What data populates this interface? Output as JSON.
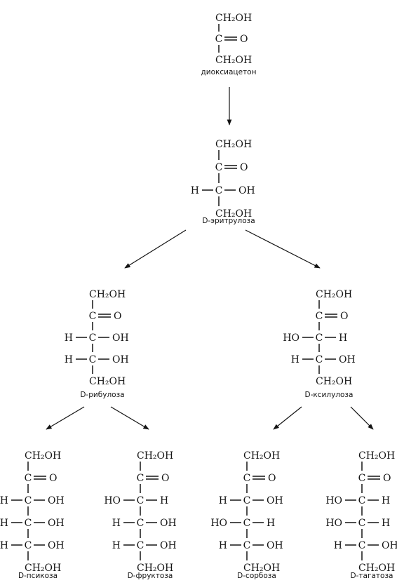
{
  "molecules": [
    {
      "id": "dihydroxyacetone",
      "name": "диоксиацетон",
      "rows": [
        {
          "center": "CH₂OH"
        },
        {
          "center": "C",
          "right": "O",
          "double": true
        },
        {
          "center": "CH₂OH"
        }
      ]
    },
    {
      "id": "d-erythrulose",
      "name": "D-эритрулоза",
      "rows": [
        {
          "center": "CH₂OH"
        },
        {
          "center": "C",
          "right": "O",
          "double": true
        },
        {
          "left": "H",
          "center": "C",
          "right": "OH"
        },
        {
          "center": "CH₂OH"
        }
      ]
    },
    {
      "id": "d-ribulose",
      "name": "D-рибулоза",
      "rows": [
        {
          "center": "CH₂OH"
        },
        {
          "center": "C",
          "right": "O",
          "double": true
        },
        {
          "left": "H",
          "center": "C",
          "right": "OH"
        },
        {
          "left": "H",
          "center": "C",
          "right": "OH"
        },
        {
          "center": "CH₂OH"
        }
      ]
    },
    {
      "id": "d-xylulose",
      "name": "D-ксилулоза",
      "rows": [
        {
          "center": "CH₂OH"
        },
        {
          "center": "C",
          "right": "O",
          "double": true
        },
        {
          "left": "HO",
          "center": "C",
          "right": "H"
        },
        {
          "left": "H",
          "center": "C",
          "right": "OH"
        },
        {
          "center": "CH₂OH"
        }
      ]
    },
    {
      "id": "d-psicose",
      "name": "D-псикоза",
      "rows": [
        {
          "center": "CH₂OH"
        },
        {
          "center": "C",
          "right": "O",
          "double": true
        },
        {
          "left": "H",
          "center": "C",
          "right": "OH"
        },
        {
          "left": "H",
          "center": "C",
          "right": "OH"
        },
        {
          "left": "H",
          "center": "C",
          "right": "OH"
        },
        {
          "center": "CH₂OH"
        }
      ]
    },
    {
      "id": "d-fructose",
      "name": "D-фруктоза",
      "rows": [
        {
          "center": "CH₂OH"
        },
        {
          "center": "C",
          "right": "O",
          "double": true
        },
        {
          "left": "HO",
          "center": "C",
          "right": "H"
        },
        {
          "left": "H",
          "center": "C",
          "right": "OH"
        },
        {
          "left": "H",
          "center": "C",
          "right": "OH"
        },
        {
          "center": "CH₂OH"
        }
      ]
    },
    {
      "id": "d-sorbose",
      "name": "D-сорбоза",
      "rows": [
        {
          "center": "CH₂OH"
        },
        {
          "center": "C",
          "right": "O",
          "double": true
        },
        {
          "left": "H",
          "center": "C",
          "right": "OH"
        },
        {
          "left": "HO",
          "center": "C",
          "right": "H"
        },
        {
          "left": "H",
          "center": "C",
          "right": "OH"
        },
        {
          "center": "CH₂OH"
        }
      ]
    },
    {
      "id": "d-tagatose",
      "name": "D-тагатоза",
      "rows": [
        {
          "center": "CH₂OH"
        },
        {
          "center": "C",
          "right": "O",
          "double": true
        },
        {
          "left": "HO",
          "center": "C",
          "right": "H"
        },
        {
          "left": "HO",
          "center": "C",
          "right": "H"
        },
        {
          "left": "H",
          "center": "C",
          "right": "OH"
        },
        {
          "center": "CH₂OH"
        }
      ]
    }
  ],
  "edges": [
    {
      "from": "dihydroxyacetone",
      "to": "d-erythrulose"
    },
    {
      "from": "d-erythrulose",
      "to": "d-ribulose"
    },
    {
      "from": "d-erythrulose",
      "to": "d-xylulose"
    },
    {
      "from": "d-ribulose",
      "to": "d-psicose"
    },
    {
      "from": "d-ribulose",
      "to": "d-fructose"
    },
    {
      "from": "d-xylulose",
      "to": "d-sorbose"
    },
    {
      "from": "d-xylulose",
      "to": "d-tagatose"
    }
  ]
}
